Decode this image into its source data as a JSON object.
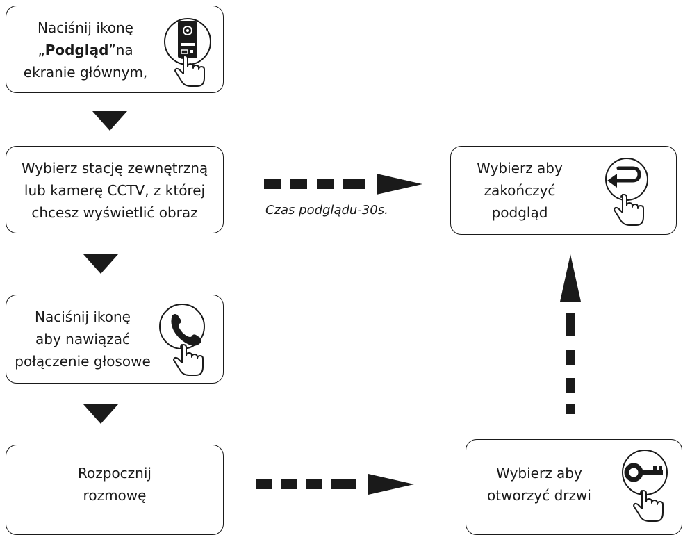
{
  "steps": {
    "step1": {
      "line1": "Naciśnij ikonę",
      "line2_prefix": "„",
      "line2_bold": "Podgląd",
      "line2_suffix": "”na",
      "line3": "ekranie głównym,"
    },
    "step2": {
      "line1": "Wybierz stację zewnętrzną",
      "line2": "lub kamerę CCTV, z której",
      "line3": "chcesz wyświetlić obraz"
    },
    "step3": {
      "line1": "Naciśnij ikonę",
      "line2": "aby nawiązać",
      "line3": "połączenie głosowe"
    },
    "step4": {
      "line1": "Rozpocznij",
      "line2": "rozmowę"
    },
    "end_preview": {
      "line1": "Wybierz aby",
      "line2": "zakończyć",
      "line3": "podgląd"
    },
    "open_door": {
      "line1": "Wybierz aby",
      "line2": "otworzyć drzwi"
    }
  },
  "annotations": {
    "preview_time": "Czas podglądu-30s."
  },
  "icons": [
    "intercom-panel-icon",
    "tap-hand-icon",
    "phone-icon",
    "return-arrow-icon",
    "key-icon"
  ]
}
